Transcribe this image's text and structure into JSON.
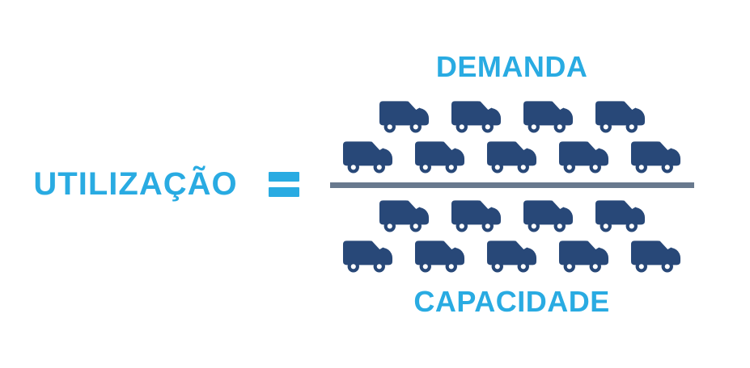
{
  "formula": {
    "result_label": "UTILIZAÇÃO",
    "equals_sign": "=",
    "numerator": {
      "label": "DEMANDA",
      "truck_rows": [
        4,
        5
      ],
      "truck_total": 9
    },
    "denominator": {
      "label": "CAPACIDADE",
      "truck_rows": [
        4,
        5
      ],
      "truck_total": 9
    }
  },
  "colors": {
    "accent_cyan": "#29ABE2",
    "truck_navy": "#284878",
    "divider_slate": "#68798E",
    "background": "#FFFFFF"
  },
  "icons": {
    "truck": "van-truck-icon"
  }
}
